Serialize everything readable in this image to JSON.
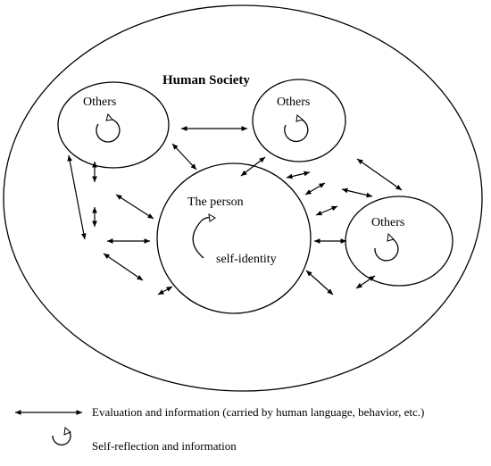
{
  "diagram": {
    "title": "Human Society",
    "nodes": {
      "others_top_left": "Others",
      "others_top_right": "Others",
      "others_right": "Others",
      "person_title": "The person",
      "person_identity": "self-identity"
    }
  },
  "legend": {
    "arrow_label": "Evaluation and information (carried by human language, behavior, etc.)",
    "loop_label": "Self-reflection and information"
  }
}
